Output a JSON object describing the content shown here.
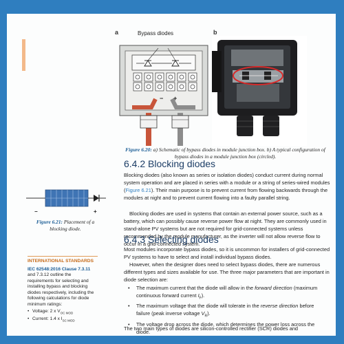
{
  "figure_6_20": {
    "label_a": "a",
    "label_b": "b",
    "bypass_label": "Bypass diodes",
    "minus": "−",
    "plus": "+",
    "caption_num": "Figure 6.20:",
    "caption_text": " a) Schematic of bypass diodes in module junction box. b) A typical configuration of bypass diodes in a module junction box (circled)."
  },
  "section_642": {
    "number": "6.4.2",
    "title": "Blocking diodes",
    "p1_pre": "Blocking diodes (also known as series or isolation diodes) conduct current during normal system operation and are placed in series with a module or a string of series-wired modules (",
    "p1_link": "Figure 6.21",
    "p1_post": "). Their main purpose is to prevent current from flowing backwards through the modules at night and to prevent current flowing into a faulty parallel string.",
    "p2": "Blocking diodes are used in systems that contain an external power source, such as a battery, which can possibly cause reverse power flow at night. They are commonly used in stand-alone PV systems but are not required for grid-connected systems unless recommended by the module manufacturer, as the inverter will not allow reverse flow to occur in a grid-connected system."
  },
  "figure_6_21": {
    "minus": "−",
    "plus": "+",
    "caption_num": "Figure 6.21:",
    "caption_text": " Placement of a blocking diode."
  },
  "standards_box": {
    "title": "INTERNATIONAL STANDARDS",
    "ref": "IEC 62548:2016 Clause 7.3.11",
    "text": "and 7.3.12 outline the requirements for selecting and installing bypass and blocking diodes respectively, including the following calculations for diode minimum ratings:",
    "items": [
      "Voltage: 2 x V",
      "Current: 1.4 x I"
    ],
    "sub": [
      "OC MOD",
      "SC MOD"
    ]
  },
  "section_643": {
    "number": "6.4.3",
    "title": "Selecting diodes",
    "p1": "Most modules incorporate bypass diodes, so it is uncommon for installers of grid-connected PV systems to have to select and install individual bypass diodes.",
    "p2": "However, when the designer does need to select bypass diodes, there are numerous different types and sizes available for use. The three major parameters that are important in diode selection are:",
    "bullets": [
      {
        "a": "The maximum current that the diode will allow in the ",
        "i": "forward direction",
        "b": " (maximum continuous forward current ",
        "s": "I",
        "sub": "F",
        "c": ")."
      },
      {
        "a": "The maximum voltage that the diode will tolerate in the ",
        "i": "reverse direction",
        "b": " before failure (peak inverse voltage ",
        "s": "V",
        "sub": "R",
        "c": ")."
      },
      {
        "a": "The voltage drop across the diode, which determines the power loss across the diode.",
        "i": "",
        "b": "",
        "s": "",
        "sub": "",
        "c": ""
      }
    ],
    "p3": "The two main types of diodes are silicon-controlled rectifier (SCR) diodes and"
  },
  "colors": {
    "frame_blue": "#2f7ebf",
    "heading_navy": "#1c3d66",
    "caption_blue": "#1a5c95",
    "standards_orange": "#c66a18",
    "cable_red": "#c8553a",
    "cable_grey": "#8c8c8c"
  }
}
